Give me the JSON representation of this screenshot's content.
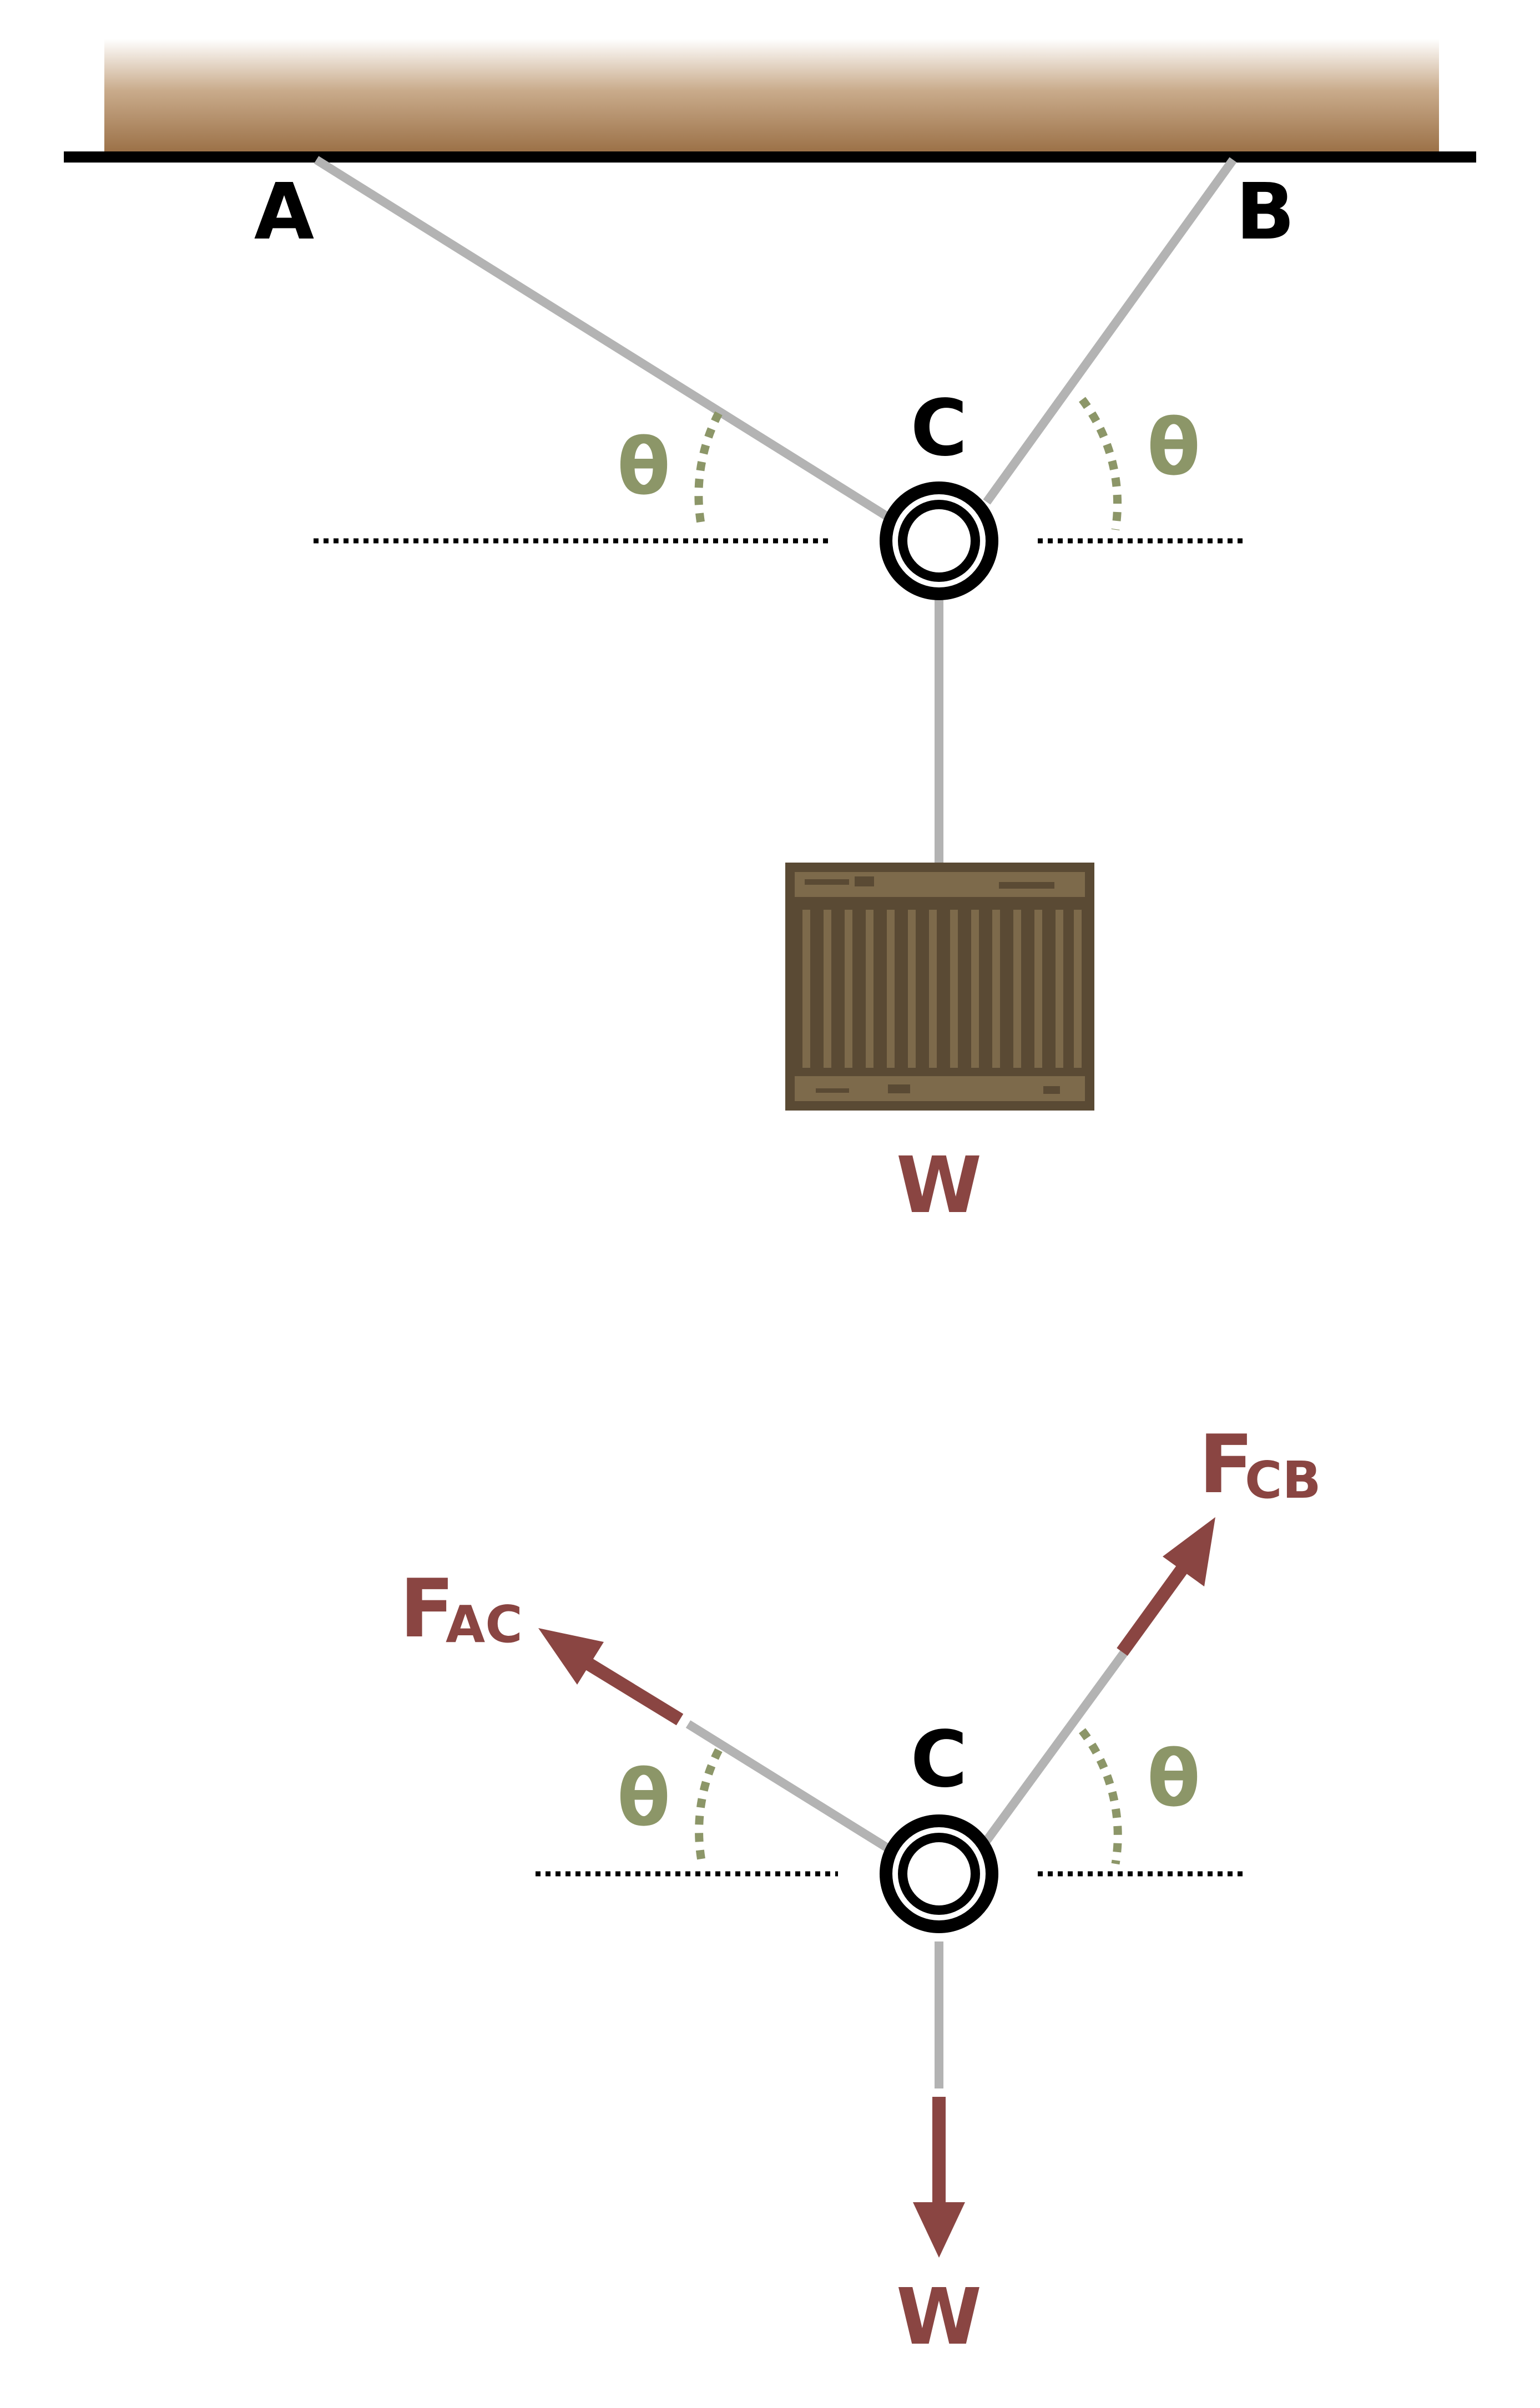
{
  "labels": {
    "point_a": "A",
    "point_b": "B",
    "point_c_top": "C",
    "point_c_bottom": "C",
    "theta_top_left": "θ",
    "theta_top_right": "θ",
    "theta_bottom_left": "θ",
    "theta_bottom_right": "θ",
    "weight_top": "W",
    "weight_bottom": "W",
    "force_ac_main": "F",
    "force_ac_sub": "AC",
    "force_cb_main": "F",
    "force_cb_sub": "CB"
  },
  "colors": {
    "ceiling_top": "#ffffff",
    "ceiling_bottom": "#9a6f45",
    "cable": "#b3b3b3",
    "force_arrow": "#8a4542",
    "theta": "#8c9668",
    "crate_dark": "#5a4a34",
    "crate_light": "#7d6a4b"
  }
}
